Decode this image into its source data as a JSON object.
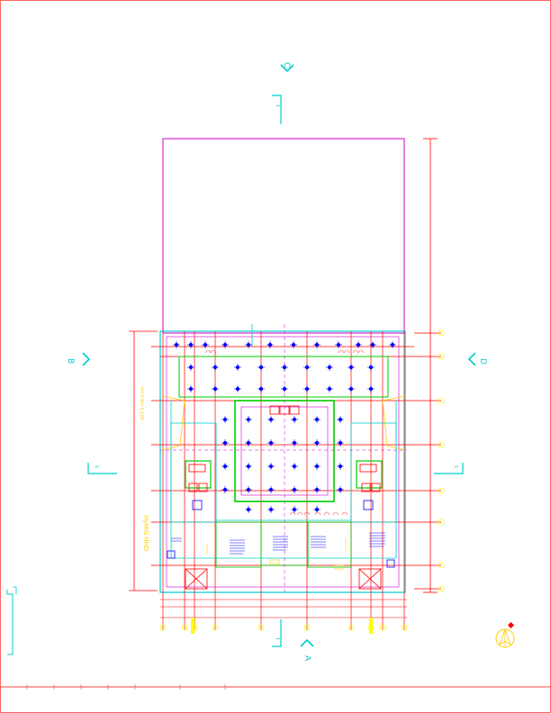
{
  "section_markers": {
    "top": "C",
    "bottom": "A",
    "left": "B",
    "right": "D"
  },
  "grid_axes": {
    "top_tag": "1",
    "bottom_tag": "1",
    "left_tag": "1",
    "right_tag": "1"
  },
  "side_notes": {
    "dimension_note": "H=3.9m  1:100",
    "title_note": "HyHIG HHD"
  },
  "colors": {
    "red": "#ff0000",
    "blue": "#0000ff",
    "cyan": "#00ffff",
    "green": "#00cc00",
    "magenta": "#cc00cc",
    "yellow": "#ffff00",
    "frame": "#ff4444"
  },
  "icons": {
    "north_arrow": "north-arrow-icon"
  }
}
